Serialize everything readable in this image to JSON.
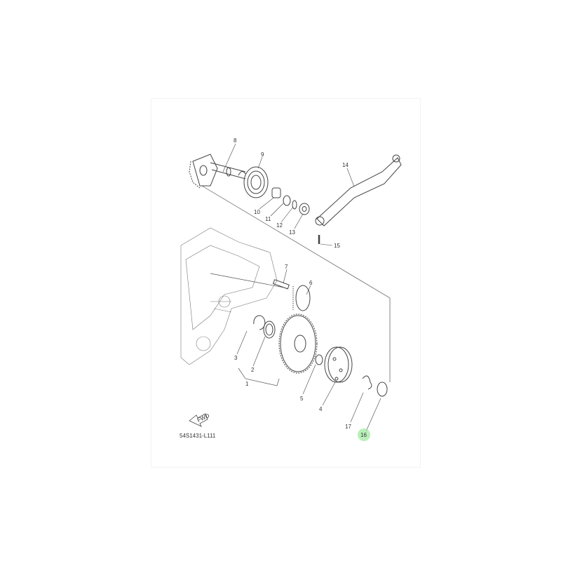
{
  "diagram": {
    "code": "54S1431-L111",
    "fwd_label": "FWD",
    "highlight_color": "#9be89b",
    "callouts": [
      {
        "id": "8",
        "text": "8"
      },
      {
        "id": "9",
        "text": "9"
      },
      {
        "id": "10",
        "text": "10"
      },
      {
        "id": "11",
        "text": "11"
      },
      {
        "id": "12",
        "text": "12"
      },
      {
        "id": "13",
        "text": "13"
      },
      {
        "id": "14",
        "text": "14"
      },
      {
        "id": "15",
        "text": "15"
      },
      {
        "id": "7",
        "text": "7"
      },
      {
        "id": "6",
        "text": "6"
      },
      {
        "id": "3",
        "text": "3"
      },
      {
        "id": "2",
        "text": "2"
      },
      {
        "id": "1",
        "text": "1"
      },
      {
        "id": "5",
        "text": "5"
      },
      {
        "id": "4",
        "text": "4"
      },
      {
        "id": "17",
        "text": "17"
      },
      {
        "id": "16",
        "text": "16"
      }
    ]
  }
}
